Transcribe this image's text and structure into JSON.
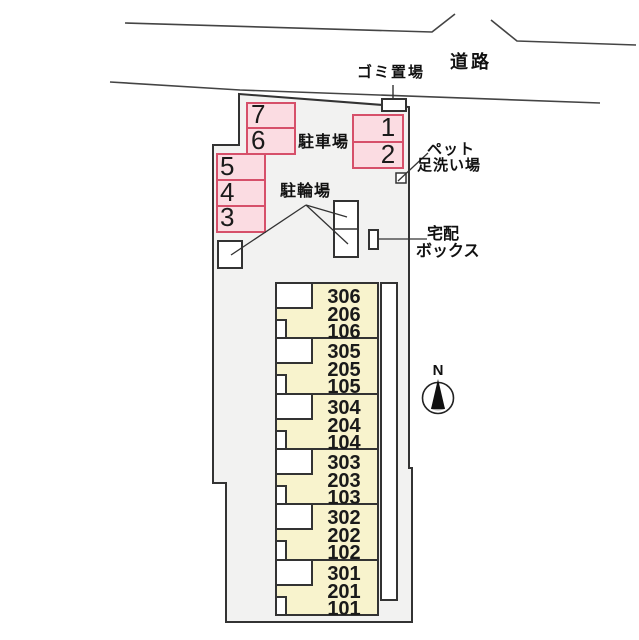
{
  "diagram": {
    "type": "site-plan",
    "labels": {
      "road": "道路",
      "garbage": "ゴミ置場",
      "parking": "駐車場",
      "bicycle": "駐輪場",
      "pet_line1": "ペット",
      "pet_line2": "足洗い場",
      "delivery_line1": "宅配",
      "delivery_line2": "ボックス",
      "north": "N"
    },
    "parking_stalls": [
      "7",
      "6",
      "5",
      "4",
      "3",
      "1",
      "2"
    ],
    "building_units": [
      [
        "306",
        "206",
        "106"
      ],
      [
        "305",
        "205",
        "105"
      ],
      [
        "304",
        "204",
        "104"
      ],
      [
        "303",
        "203",
        "103"
      ],
      [
        "302",
        "202",
        "102"
      ],
      [
        "301",
        "201",
        "101"
      ]
    ],
    "colors": {
      "site_fill": "#f2f2f1",
      "stall_fill": "#fbdce2",
      "stall_border": "#d6506a",
      "building_fill": "#f8f3cd",
      "outline": "#333333"
    }
  }
}
